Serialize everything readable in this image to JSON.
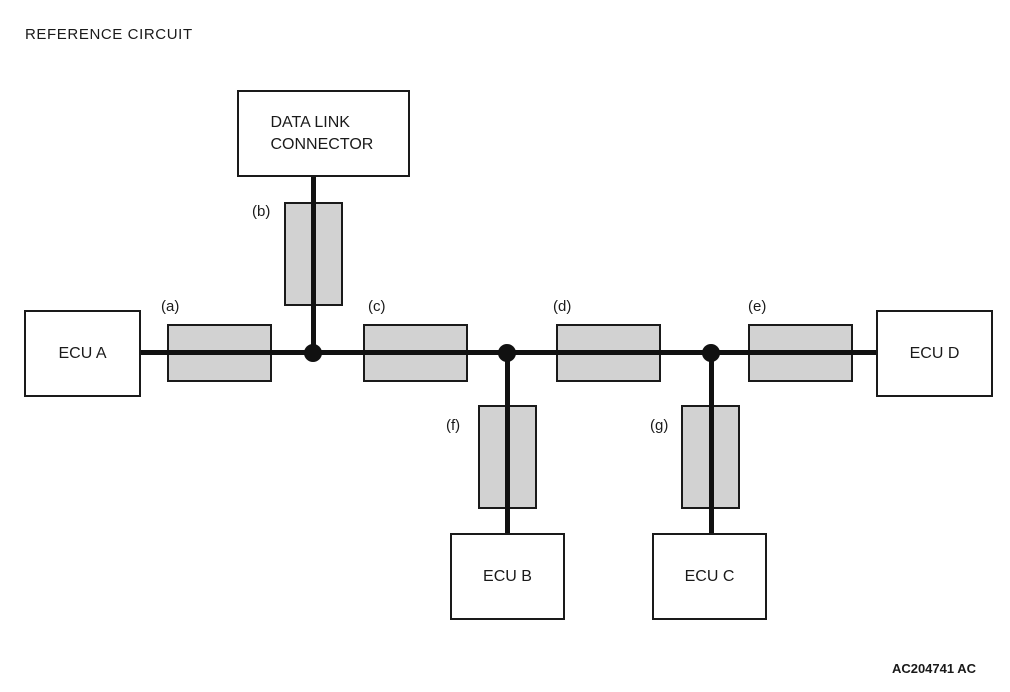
{
  "title": "REFERENCE CIRCUIT",
  "figure_code": "AC204741 AC",
  "nodes": {
    "data_link_connector": "DATA LINK CONNECTOR",
    "ecu_a": "ECU A",
    "ecu_b": "ECU B",
    "ecu_c": "ECU C",
    "ecu_d": "ECU D"
  },
  "segments": {
    "a": "(a)",
    "b": "(b)",
    "c": "(c)",
    "d": "(d)",
    "e": "(e)",
    "f": "(f)",
    "g": "(g)"
  },
  "topology": {
    "bus": [
      "ECU A",
      "junction-1",
      "junction-2",
      "junction-3",
      "ECU D"
    ],
    "branches": [
      {
        "from": "junction-1",
        "to": "DATA LINK CONNECTOR",
        "segment": "(b)"
      },
      {
        "from": "junction-2",
        "to": "ECU B",
        "segment": "(f)"
      },
      {
        "from": "junction-3",
        "to": "ECU C",
        "segment": "(g)"
      },
      {
        "from": "ECU A",
        "to": "junction-1",
        "segment": "(a)"
      },
      {
        "from": "junction-1",
        "to": "junction-2",
        "segment": "(c)"
      },
      {
        "from": "junction-2",
        "to": "junction-3",
        "segment": "(d)"
      },
      {
        "from": "junction-3",
        "to": "ECU D",
        "segment": "(e)"
      }
    ]
  },
  "colors": {
    "wire": "#111111",
    "segment_fill": "#d2d2d2",
    "segment_border": "#1a1a1a",
    "box_border": "#1a1a1a",
    "background": "#ffffff",
    "text": "#1a1a1a"
  }
}
